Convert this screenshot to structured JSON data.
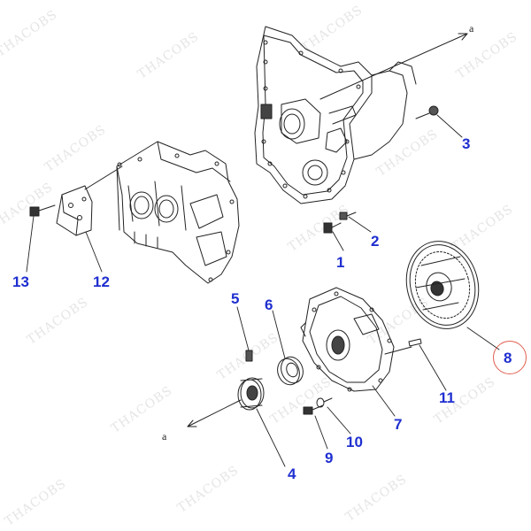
{
  "colors": {
    "callout": "#1f2fd0",
    "highlight": "#e06050",
    "line": "#222222"
  },
  "watermark": "THACOBS",
  "arrow_label": "a",
  "callouts": {
    "c1": "1",
    "c2": "2",
    "c3": "3",
    "c4": "4",
    "c5": "5",
    "c6": "6",
    "c7": "7",
    "c8": "8",
    "c9": "9",
    "c10": "10",
    "c11": "11",
    "c12": "12",
    "c13": "13"
  },
  "highlighted_callout": "8"
}
